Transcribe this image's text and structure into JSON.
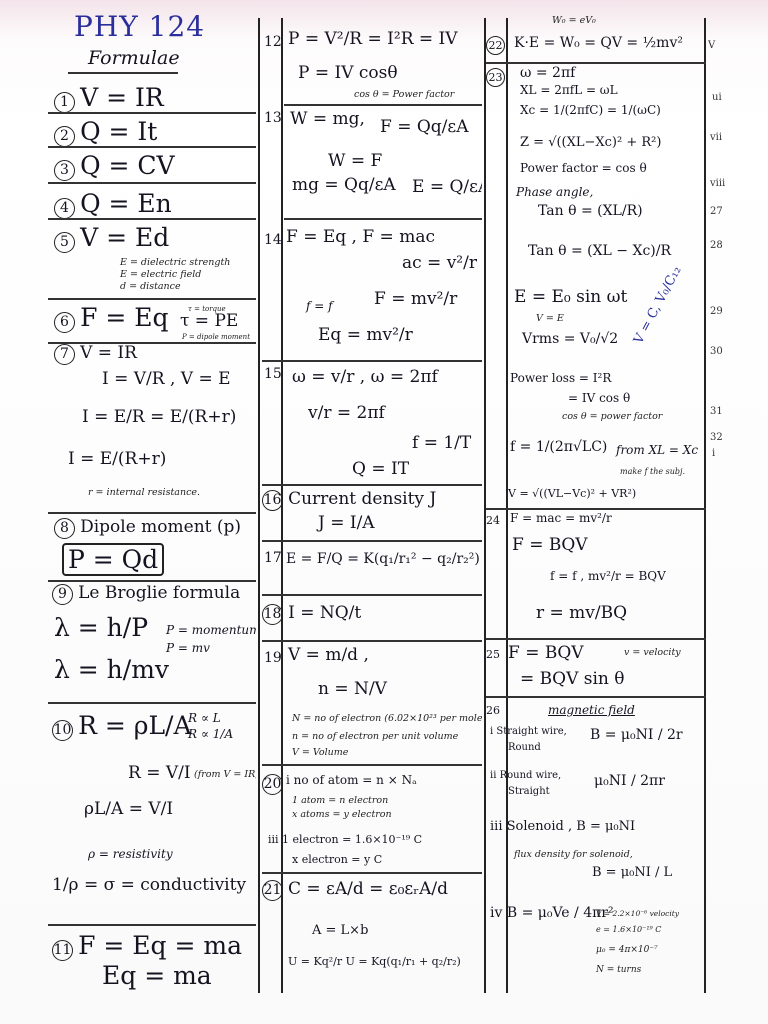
{
  "top_note": "W₀ = eV₀",
  "col1": {
    "title": "PHY 124",
    "subtitle": "Formulae",
    "n1": "1",
    "f1": "V = IR",
    "n2": "2",
    "f2": "Q = It",
    "n3": "3",
    "f3": "Q = CV",
    "n4": "4",
    "f4": "Q = En",
    "n5": "5",
    "f5": "V = Ed",
    "n5a": "E = dielectric strength",
    "n5b": "E = electric field",
    "n5c": "d = distance",
    "n6": "6",
    "f6": "F = Eq",
    "f6b": "τ = PE",
    "n6a": "τ = torque",
    "n6b": "P = dipole moment",
    "n7": "7",
    "f7a": "V = IR",
    "f7b": "I = V/R , V = E",
    "f7c": "I = E/R = E/(R+r)",
    "f7d": "I = E/(R+r)",
    "n7a": "r = internal resistance.",
    "n8": "8",
    "f8t": "Dipole moment (p)",
    "f8": "P = Qd",
    "n9": "9",
    "f9t": "Le Broglie formula",
    "f9a": "λ = h/P",
    "f9b": "λ = h/mv",
    "n9a": "P = momentum",
    "n9b": "P = mv",
    "n10": "10",
    "f10": "R = ρL/A",
    "f10a": "R ∝ L",
    "f10b": "R ∝ 1/A",
    "f10c": "R = V/I",
    "f10d": "(from V = IR)",
    "f10e": "ρL/A = V/I",
    "n10a": "ρ = resistivity",
    "f10f": "1/ρ = σ = conductivity",
    "n11": "11",
    "f11a": "F = Eq = ma",
    "f11b": "Eq = ma"
  },
  "col2": {
    "n12": "12",
    "f12a": "P = V²/R = I²R = IV",
    "f12b": "P = IV cosθ",
    "n12a": "cos θ = Power factor",
    "n13": "13",
    "f13a": "W = mg,",
    "f13b": "F = Qq/εA",
    "f13c": "W = F",
    "f13d": "mg = Qq/εA",
    "f13e": "E = Q/εA",
    "n14": "14",
    "f14a": "F = Eq , F = mac",
    "f14b": "ac = v²/r",
    "f14c": "F = mv²/r",
    "f14d": "f = f",
    "f14e": "Eq = mv²/r",
    "n15": "15",
    "f15a": "ω = v/r , ω = 2πf",
    "f15b": "v/r = 2πf",
    "f15c": "f = 1/T",
    "f15d": "Q = IT",
    "n16": "16",
    "f16a": "Current density J",
    "f16b": "J = I/A",
    "n17": "17",
    "f17": "E = F/Q = K(q₁/r₁² − q₂/r₂²)",
    "n18": "18",
    "f18": "I = NQ/t",
    "n19": "19",
    "f19a": "V = m/d ,",
    "f19b": "n = N/V",
    "n19a": "N = no of electron (6.02×10²³ per mole)",
    "n19b": "n = no of electron per unit volume",
    "n19c": "V = Volume",
    "n20": "20",
    "f20a": "i  no of atom = n × Nₐ",
    "f20b": "1 atom = n electron",
    "f20c": "x atoms = y electron",
    "f20d": "iii  1 electron = 1.6×10⁻¹⁹ C",
    "f20e": "x electron = y C",
    "n21": "21",
    "f21a": "C = εA/d = ε₀εᵣA/d",
    "f21b": "A = L×b",
    "f21c": "U = Kq²/r    U = Kq(q₁/r₁ + q₂/r₂)"
  },
  "col3": {
    "n22": "22",
    "f22": "K·E = W₀ = QV = ½mv²",
    "n23": "23",
    "f23a": "ω = 2πf",
    "f23b": "XL = 2πfL = ωL",
    "f23c": "Xc = 1/(2πfC) = 1/(ωC)",
    "f23d": "Z = √((XL−Xc)² + R²)",
    "f23e": "Power factor = cos θ",
    "f23f": "Phase angle,",
    "f23g": "Tan θ = (XL/R)",
    "f23h": "Tan θ = (XL − Xc)/R",
    "f23i": "E = E₀ sin ωt",
    "f23j": "V = E",
    "f23k": "Vrms = V₀/√2",
    "f23l": "V = C, V₀/C₁₂",
    "f23m": "Power loss = I²R",
    "f23n": "= IV cos θ",
    "n23a": "cos θ = power factor",
    "f23o": "f = 1/(2π√LC)",
    "f23p": "from XL = Xc",
    "n23b": "make f the subj.",
    "f23q": "V = √((VL−Vc)² + VR²)",
    "n24": "24",
    "f24a": "F = mac = mv²/r",
    "f24b": "F = BQV",
    "f24c": "f = f ,  mv²/r = BQV",
    "f24d": "r = mv/BQ",
    "n25": "25",
    "f25a": "F = BQV",
    "n25a": "v = velocity",
    "f25b": "= BQV sin θ",
    "n26": "26",
    "f26t": "magnetic field",
    "f26a": "i   Straight wire,",
    "f26a2": "Round",
    "f26b": "B = μ₀NI / 2r",
    "f26c": "ii   Round wire,",
    "f26c2": "Straight",
    "f26d": "μ₀NI / 2πr",
    "f26e": "iii  Solenoid , B = μ₀NI",
    "f26f": "flux density for solenoid,",
    "f26g": "B = μ₀NI / L",
    "f26h": "iv  B = μ₀Ve / 4πr²",
    "n26a": "V = 2.2×10⁻⁶ velocity",
    "n26b": "e = 1.6×10⁻¹⁹ C",
    "n26c": "μ₀ = 4π×10⁻⁷",
    "n26d": "N = turns"
  },
  "col4": {
    "m1": "V",
    "m2": "ui",
    "m3": "vii",
    "m4": "viii",
    "m5": "27",
    "m6": "28",
    "m7": "29",
    "m8": "30",
    "m9": "31",
    "m10": "32",
    "m11": "i"
  }
}
